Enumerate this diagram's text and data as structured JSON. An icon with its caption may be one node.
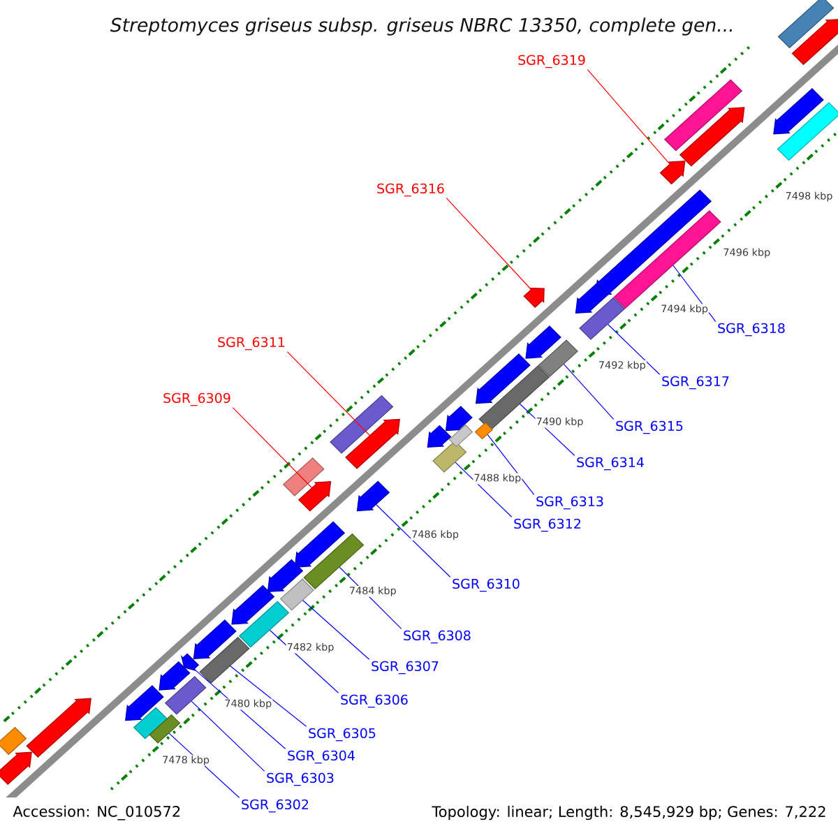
{
  "diagram": {
    "title": "Streptomyces griseus subsp. griseus NBRC 13350, complete gen...",
    "nodes": [
      {
        "text": [
          "SGR_6319"
        ]
      },
      {
        "text": [
          "SGR_6316"
        ]
      },
      {
        "text": [
          "SGR_6318"
        ]
      },
      {
        "text": [
          "SGR_6317"
        ]
      },
      {
        "text": [
          "SGR_6311"
        ]
      },
      {
        "text": [
          "SGR_6315"
        ]
      },
      {
        "text": [
          "SGR_6309"
        ]
      },
      {
        "text": [
          "SGR_6314"
        ]
      },
      {
        "text": [
          "SGR_6313"
        ]
      },
      {
        "text": [
          "SGR_6312"
        ]
      },
      {
        "text": [
          "SGR_6310"
        ]
      },
      {
        "text": [
          "SGR_6308"
        ]
      },
      {
        "text": [
          "SGR_6307"
        ]
      },
      {
        "text": [
          "SGR_6306"
        ]
      },
      {
        "text": [
          "SGR_6305"
        ]
      },
      {
        "text": [
          "SGR_6304"
        ]
      },
      {
        "text": [
          "SGR_6303"
        ]
      },
      {
        "text": [
          "SGR_6302"
        ]
      },
      {
        "text": [],
        "shape": "box"
      },
      {
        "text": [],
        "shape": "arrow"
      },
      {
        "text": [],
        "shape": "arrow"
      },
      {
        "text": [],
        "shape": "box"
      },
      {
        "text": [],
        "shape": "box"
      },
      {
        "text": [],
        "shape": "arrow"
      },
      {
        "text": [],
        "shape": "arrow"
      },
      {
        "text": [],
        "shape": "arrow"
      },
      {
        "text": [],
        "shape": "box"
      },
      {
        "text": [],
        "shape": "arrow"
      },
      {
        "text": [],
        "shape": "arrow"
      },
      {
        "text": [],
        "shape": "box"
      },
      {
        "text": [],
        "shape": "arrow"
      },
      {
        "text": [],
        "shape": "box"
      },
      {
        "text": [],
        "shape": "arrow"
      },
      {
        "text": [],
        "shape": "box"
      },
      {
        "text": [],
        "shape": "arrow"
      },
      {
        "text": [],
        "shape": "arrow"
      },
      {
        "text": [],
        "shape": "box"
      },
      {
        "text": [],
        "shape": "box"
      },
      {
        "text": [],
        "shape": "box"
      },
      {
        "text": [],
        "shape": "box"
      },
      {
        "text": [],
        "shape": "arrow"
      },
      {
        "text": [],
        "shape": "arrow"
      },
      {
        "text": [],
        "shape": "box"
      },
      {
        "text": [],
        "shape": "arrow"
      },
      {
        "text": [],
        "shape": "arrow"
      },
      {
        "text": [],
        "shape": "box"
      },
      {
        "text": [],
        "shape": "arrow"
      },
      {
        "text": [],
        "shape": "box"
      },
      {
        "text": [],
        "shape": "arrow"
      },
      {
        "text": [],
        "shape": "box"
      },
      {
        "text": [],
        "shape": "arrow"
      },
      {
        "text": [],
        "shape": "arrow"
      },
      {
        "text": [],
        "shape": "box"
      },
      {
        "text": [],
        "shape": "arrow"
      },
      {
        "text": [],
        "shape": "box"
      },
      {
        "text": [],
        "shape": "arrow"
      },
      {
        "text": [],
        "shape": "box"
      },
      {
        "text": [],
        "shape": "box"
      },
      {
        "text": [],
        "shape": "arrow"
      },
      {
        "text": [],
        "shape": "arrow"
      },
      {
        "text": [],
        "shape": "box"
      }
    ],
    "edges": [
      {
        "from": 0,
        "to": 24,
        "arrow": "none",
        "color": "#ff0000"
      },
      {
        "from": 1,
        "to": 27,
        "arrow": "none",
        "color": "#ff0000"
      },
      {
        "from": 2,
        "to": 26,
        "arrow": "none"
      },
      {
        "from": 3,
        "to": 29,
        "arrow": "none"
      },
      {
        "from": 4,
        "to": 40,
        "arrow": "none",
        "color": "#ff0000"
      },
      {
        "from": 5,
        "to": 31,
        "arrow": "none"
      },
      {
        "from": 6,
        "to": 43,
        "arrow": "none",
        "color": "#ff0000"
      },
      {
        "from": 7,
        "to": 33,
        "arrow": "none"
      },
      {
        "from": 8,
        "to": 38,
        "arrow": "none"
      },
      {
        "from": 9,
        "to": 36,
        "arrow": "none"
      },
      {
        "from": 10,
        "to": 41,
        "arrow": "none"
      },
      {
        "from": 11,
        "to": 45,
        "arrow": "none"
      },
      {
        "from": 12,
        "to": 47,
        "arrow": "none"
      },
      {
        "from": 13,
        "to": 49,
        "arrow": "none"
      },
      {
        "from": 14,
        "to": 52,
        "arrow": "none"
      },
      {
        "from": 15,
        "to": 51,
        "arrow": "none"
      },
      {
        "from": 16,
        "to": 54,
        "arrow": "none"
      },
      {
        "from": 17,
        "to": 57,
        "arrow": "none"
      }
    ],
    "labels": [
      "7498 kbp",
      "7496 kbp",
      "7494 kbp",
      "7492 kbp",
      "7490 kbp",
      "7488 kbp",
      "7486 kbp",
      "7484 kbp",
      "7482 kbp",
      "7480 kbp",
      "7478 kbp",
      "Accession: NC_010572",
      "Topology: linear; Length: 8,545,929 bp; Genes: 7,222"
    ]
  }
}
